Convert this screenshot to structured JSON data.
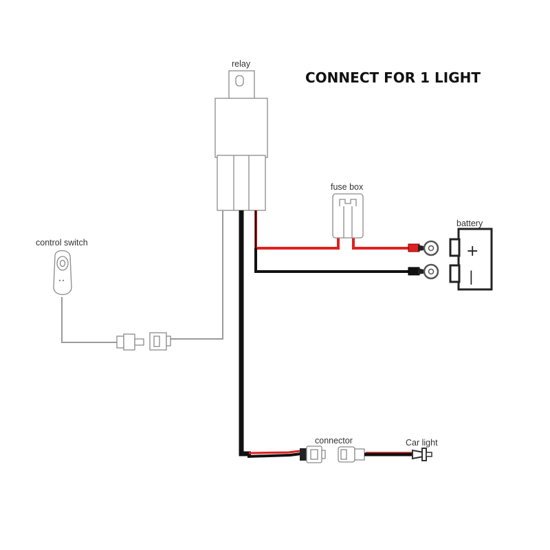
{
  "title": "CONNECT FOR 1  LIGHT",
  "labels": {
    "relay": "relay",
    "fuse_box": "fuse box",
    "battery": "battery",
    "control_switch": "control switch",
    "connector": "connector",
    "car_light": "Car light"
  },
  "battery_symbols": {
    "positive": "+",
    "negative": "|"
  },
  "colors": {
    "power_wire": "#e02020",
    "ground_wire": "#111111",
    "signal_wire": "#9a9a9a"
  }
}
